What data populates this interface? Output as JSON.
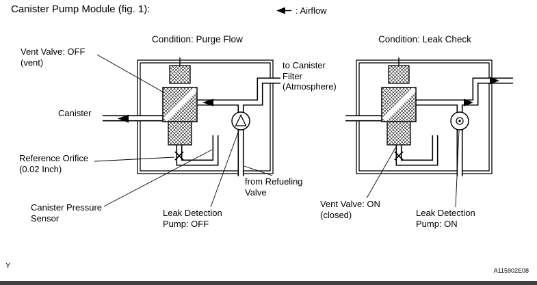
{
  "colors": {
    "ink": "#000000",
    "paper": "#ffffff",
    "bottom_bar": "#404040"
  },
  "header": {
    "title": "Canister Pump Module (fig. 1):",
    "airflow_legend": ": Airflow"
  },
  "purge": {
    "condition": "Condition: Purge Flow",
    "vent_valve_line1": "Vent Valve: OFF",
    "vent_valve_line2": "(vent)",
    "canister": "Canister",
    "filter_line1": "to Canister",
    "filter_line2": "Filter",
    "filter_line3": "(Atmosphere)",
    "orifice_line1": "Reference Orifice",
    "orifice_line2": "(0.02 Inch)",
    "sensor_line1": "Canister Pressure",
    "sensor_line2": "Sensor",
    "refueling_line1": "from Refueling",
    "refueling_line2": "Valve",
    "pump_line1": "Leak Detection",
    "pump_line2": "Pump: OFF"
  },
  "leak": {
    "condition": "Condition: Leak Check",
    "vent_valve_line1": "Vent Valve: ON",
    "vent_valve_line2": "(closed)",
    "pump_line1": "Leak Detection",
    "pump_line2": "Pump: ON"
  },
  "footer": {
    "mark": "Y",
    "figure_code": "A115902E08"
  }
}
